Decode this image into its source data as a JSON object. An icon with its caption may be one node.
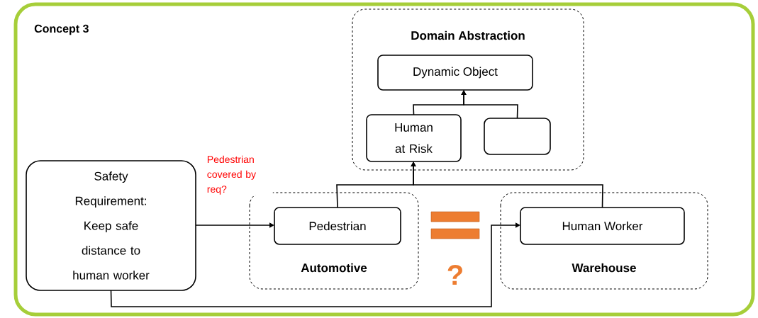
{
  "diagram": {
    "nodes": [
      {
        "text": [
          "Domain Abstraction"
        ]
      },
      {
        "text": [
          "Dynamic Object"
        ],
        "in": 0
      },
      {
        "text": [
          "Human at Risk"
        ],
        "in": 0
      },
      {
        "text": [],
        "shape": "box",
        "in": 0
      },
      {
        "text": [
          "Safety Requirement: Keep safe distance to human worker"
        ]
      },
      {
        "text": [
          "Automotive"
        ]
      },
      {
        "text": [
          "Pedestrian"
        ],
        "in": 5
      },
      {
        "text": [
          "Warehouse"
        ]
      },
      {
        "text": [
          "Human Worker"
        ],
        "in": 7
      }
    ],
    "edges": [
      {
        "from": 2,
        "to": 1,
        "arrow": "to"
      },
      {
        "from": 3,
        "to": 1,
        "arrow": "to"
      },
      {
        "from": 6,
        "to": 2,
        "arrow": "to"
      },
      {
        "from": 8,
        "to": 2,
        "arrow": "to"
      },
      {
        "from": 4,
        "to": 6,
        "arrow": "to",
        "label": "Pedestrian covered by req?"
      },
      {
        "from": 4,
        "to": 8,
        "arrow": "to"
      }
    ],
    "labels": [
      "Concept 3",
      "?"
    ]
  }
}
